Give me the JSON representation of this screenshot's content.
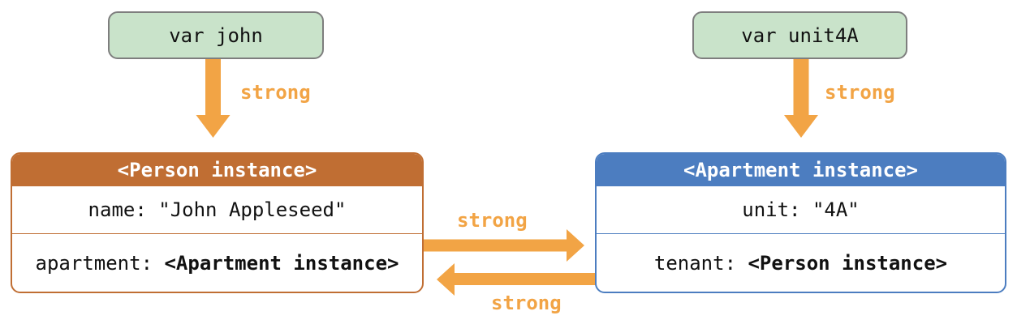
{
  "diagram": {
    "title_semantics": "strong reference cycle between Person and Apartment instances",
    "colors": {
      "arrow_orange": "#F2A445",
      "person_accent": "#C06E33",
      "apartment_accent": "#4C7DC0",
      "variable_fill": "#C9E3CA",
      "variable_border": "#7E7E7E",
      "text": "#111111",
      "background": "#ffffff"
    },
    "variables": [
      {
        "label": "var john"
      },
      {
        "label": "var unit4A"
      }
    ],
    "instances": [
      {
        "title": "<Person instance>",
        "rows": [
          {
            "normal": "name: \"John Appleseed\"",
            "bold": ""
          },
          {
            "normal": "apartment: ",
            "bold": "<Apartment instance>"
          }
        ]
      },
      {
        "title": "<Apartment instance>",
        "rows": [
          {
            "normal": "unit: \"4A\"",
            "bold": ""
          },
          {
            "normal": "tenant: ",
            "bold": "<Person instance>"
          }
        ]
      }
    ],
    "arrows": [
      {
        "name": "john-to-person",
        "label": "strong"
      },
      {
        "name": "unit4A-to-apartment",
        "label": "strong"
      },
      {
        "name": "person-to-apartment",
        "label": "strong"
      },
      {
        "name": "apartment-to-person",
        "label": "strong"
      }
    ]
  }
}
